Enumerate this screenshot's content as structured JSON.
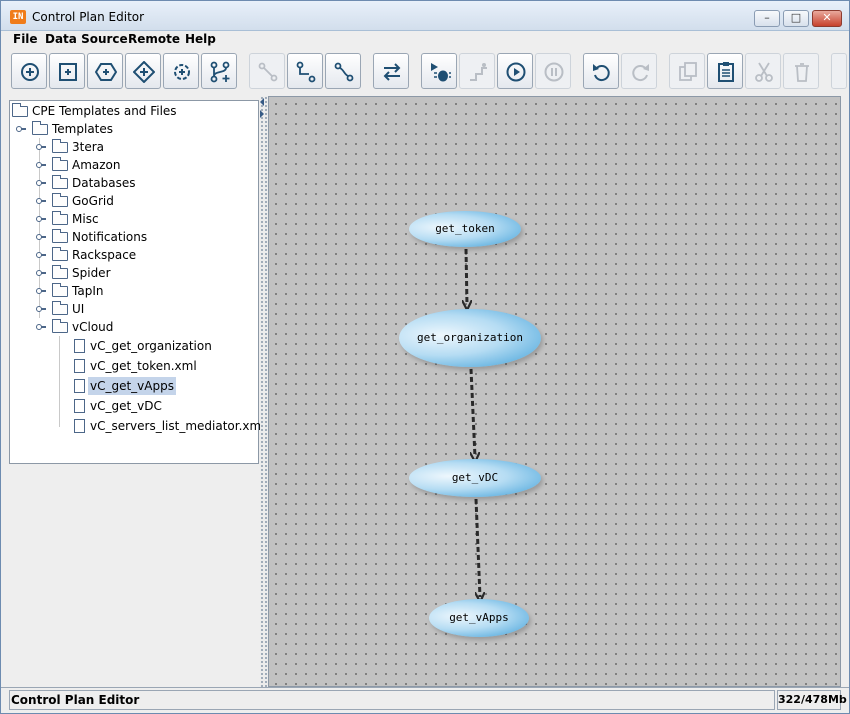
{
  "window": {
    "title": "Control Plan Editor",
    "app_icon_text": "IN",
    "minimize": "–",
    "maximize": "□",
    "close": "✕"
  },
  "menu": [
    "File",
    "Data Source",
    "Remote",
    "Help"
  ],
  "toolbar": [
    {
      "name": "add-start-node-button",
      "icon": "circle-plus-icon",
      "enabled": true
    },
    {
      "name": "add-task-node-button",
      "icon": "square-plus-icon",
      "enabled": true
    },
    {
      "name": "add-hexagon-node-button",
      "icon": "hexagon-plus-icon",
      "enabled": true
    },
    {
      "name": "add-decision-node-button",
      "icon": "diamond-plus-icon",
      "enabled": true
    },
    {
      "name": "add-gear-node-button",
      "icon": "gear-plus-icon",
      "enabled": true
    },
    {
      "name": "add-fork-button",
      "icon": "fork-plus-icon",
      "enabled": true
    },
    {
      "name": "link-tool-button",
      "icon": "link-icon",
      "enabled": false
    },
    {
      "name": "connect-nodes-button",
      "icon": "connect-icon",
      "enabled": true
    },
    {
      "name": "connect-diagonal-button",
      "icon": "connect-diagonal-icon",
      "enabled": true
    },
    {
      "name": "swap-button",
      "icon": "swap-arrows-icon",
      "enabled": true
    },
    {
      "name": "debug-run-button",
      "icon": "debug-play-icon",
      "enabled": true
    },
    {
      "name": "step-button",
      "icon": "step-icon",
      "enabled": false
    },
    {
      "name": "play-button",
      "icon": "play-circle-icon",
      "enabled": true
    },
    {
      "name": "pause-button",
      "icon": "pause-circle-icon",
      "enabled": false
    },
    {
      "name": "undo-button",
      "icon": "undo-icon",
      "enabled": true
    },
    {
      "name": "redo-button",
      "icon": "redo-icon",
      "enabled": false
    },
    {
      "name": "copy-button",
      "icon": "copy-icon",
      "enabled": false
    },
    {
      "name": "paste-button",
      "icon": "clipboard-icon",
      "enabled": true
    },
    {
      "name": "cut-button",
      "icon": "scissors-icon",
      "enabled": false
    },
    {
      "name": "delete-button",
      "icon": "trash-icon",
      "enabled": false
    }
  ],
  "tree": {
    "root": "CPE Templates and Files",
    "templates": "Templates",
    "folders": [
      "3tera",
      "Amazon",
      "Databases",
      "GoGrid",
      "Misc",
      "Notifications",
      "Rackspace",
      "Spider",
      "TapIn",
      "UI",
      "vCloud"
    ],
    "files": [
      "vC_get_organization",
      "vC_get_token.xml",
      "vC_get_vApps",
      "vC_get_vDC",
      "vC_servers_list_mediator.xml"
    ],
    "selected_file": "vC_get_vApps"
  },
  "graph": {
    "nodes": [
      "get_token",
      "get_organization",
      "get_vDC",
      "get_vApps"
    ],
    "edges": [
      [
        "get_token",
        "get_organization"
      ],
      [
        "get_organization",
        "get_vDC"
      ],
      [
        "get_vDC",
        "get_vApps"
      ]
    ]
  },
  "status": {
    "left": "Control Plan Editor",
    "memory": "322/478Mb"
  }
}
